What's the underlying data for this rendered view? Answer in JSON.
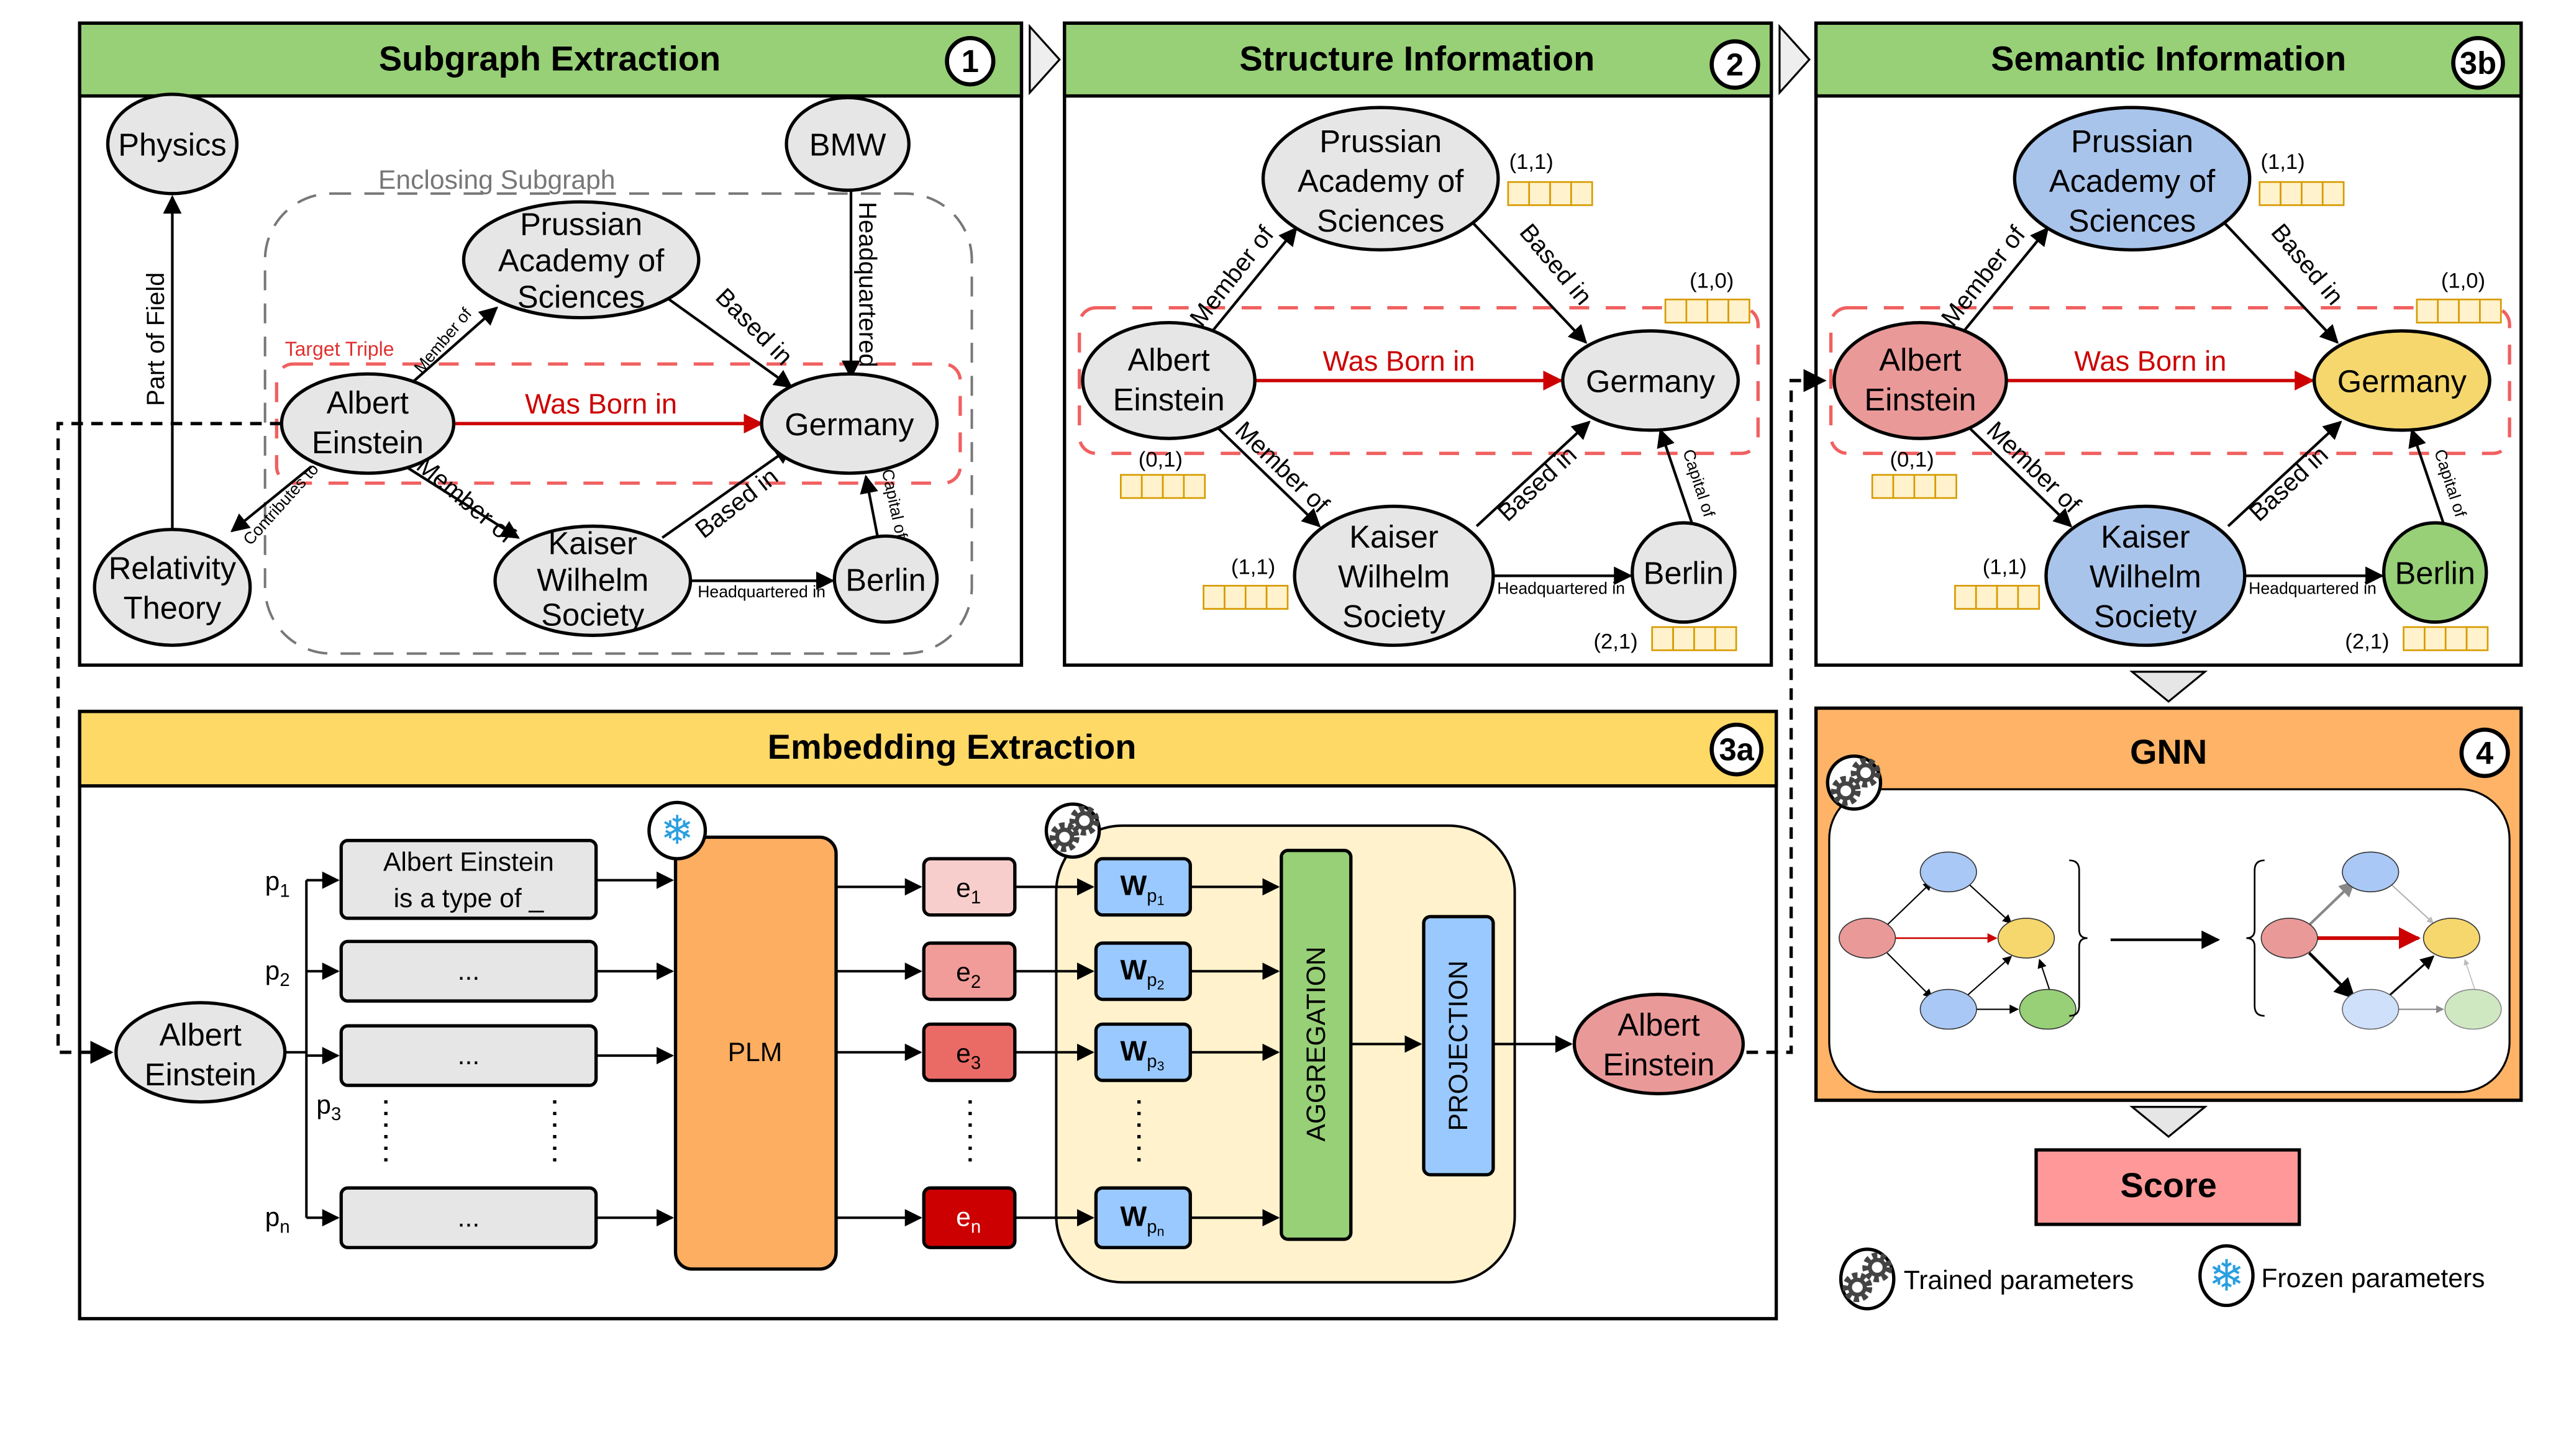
{
  "colors": {
    "green_header": "#97d077",
    "yellow_header": "#ffd966",
    "orange": "#ffb366",
    "node_gray": "#e6e6e6",
    "red_node": "#ea9999",
    "blue_node": "#a9c4eb",
    "yellow_node": "#f5d76e",
    "green_node": "#97d077",
    "score": "#ff9999",
    "relation_red": "#cc0000",
    "plm": "#fdae61",
    "trainable_bg": "#fff2cc"
  },
  "panel1": {
    "title": "Subgraph Extraction",
    "badge": "1",
    "enclosing_label": "Enclosing Subgraph",
    "target_label": "Target Triple",
    "nodes": {
      "physics": [
        "Physics"
      ],
      "bmw": [
        "BMW"
      ],
      "prussian": [
        "Prussian",
        "Academy of",
        "Sciences"
      ],
      "albert": [
        "Albert",
        "Einstein"
      ],
      "germany": [
        "Germany"
      ],
      "relativity": [
        "Relativity",
        "Theory"
      ],
      "kaiser": [
        "Kaiser",
        "Wilhelm",
        "Society"
      ],
      "berlin": [
        "Berlin"
      ]
    },
    "edges": {
      "part_of_field": "Part of Field",
      "headquartered": "Headquartered",
      "member_of_1": "Member of",
      "based_in_1": "Based in",
      "was_born_in": "Was Born in",
      "contributes_to": "Contributes to",
      "member_of_2": "Member of",
      "based_in_2": "Based in",
      "headquartered_in": "Headquartered in",
      "capital_of": "Capital of"
    }
  },
  "panel2": {
    "title": "Structure Information",
    "badge": "2",
    "nodes": {
      "prussian": [
        "Prussian",
        "Academy of",
        "Sciences"
      ],
      "albert": [
        "Albert",
        "Einstein"
      ],
      "germany": [
        "Germany"
      ],
      "kaiser": [
        "Kaiser",
        "Wilhelm",
        "Society"
      ],
      "berlin": [
        "Berlin"
      ]
    },
    "labels": {
      "prussian": "(1,1)",
      "albert": "(0,1)",
      "germany": "(1,0)",
      "kaiser": "(1,1)",
      "berlin": "(2,1)"
    },
    "edges": {
      "member_of_1": "Member of",
      "based_in_1": "Based in",
      "was_born_in": "Was Born in",
      "member_of_2": "Member of",
      "based_in_2": "Based in",
      "headquartered_in": "Headquartered in",
      "capital_of": "Capital of"
    }
  },
  "panel3b": {
    "title": "Semantic Information",
    "badge": "3b",
    "nodes": {
      "prussian": [
        "Prussian",
        "Academy of",
        "Sciences"
      ],
      "albert": [
        "Albert",
        "Einstein"
      ],
      "germany": [
        "Germany"
      ],
      "kaiser": [
        "Kaiser",
        "Wilhelm",
        "Society"
      ],
      "berlin": [
        "Berlin"
      ]
    },
    "labels": {
      "prussian": "(1,1)",
      "albert": "(0,1)",
      "germany": "(1,0)",
      "kaiser": "(1,1)",
      "berlin": "(2,1)"
    },
    "edges": {
      "member_of_1": "Member of",
      "based_in_1": "Based in",
      "was_born_in": "Was Born in",
      "member_of_2": "Member of",
      "based_in_2": "Based in",
      "headquartered_in": "Headquartered in",
      "capital_of": "Capital of"
    }
  },
  "panel3a": {
    "title": "Embedding Extraction",
    "badge": "3a",
    "input_node": [
      "Albert",
      "Einstein"
    ],
    "prompts": [
      {
        "p": "p",
        "sub": "1",
        "text": [
          "Albert Einstein",
          "is a type of _"
        ]
      },
      {
        "p": "p",
        "sub": "2",
        "text": [
          "..."
        ]
      },
      {
        "p": "p",
        "sub": "3",
        "text": [
          "..."
        ]
      },
      {
        "p": "p",
        "sub": "n",
        "text": [
          "..."
        ]
      }
    ],
    "plm": "PLM",
    "embeddings": [
      {
        "e": "e",
        "sub": "1"
      },
      {
        "e": "e",
        "sub": "2"
      },
      {
        "e": "e",
        "sub": "3"
      },
      {
        "e": "e",
        "sub": "n"
      }
    ],
    "weights": [
      {
        "w": "W",
        "p": "p",
        "sub": "1"
      },
      {
        "w": "W",
        "p": "p",
        "sub": "2"
      },
      {
        "w": "W",
        "p": "p",
        "sub": "3"
      },
      {
        "w": "W",
        "p": "p",
        "sub": "n"
      }
    ],
    "aggregation": "AGGREGATION",
    "projection": "PROJECTION",
    "output_node": [
      "Albert",
      "Einstein"
    ]
  },
  "panel4": {
    "title": "GNN",
    "badge": "4"
  },
  "score": "Score",
  "legend": {
    "trained": "Trained parameters",
    "frozen": "Frozen parameters",
    "trained_icon": "gears-icon",
    "frozen_icon": "snowflake-icon"
  }
}
